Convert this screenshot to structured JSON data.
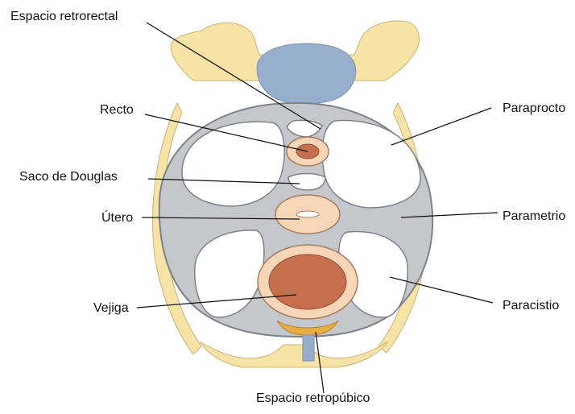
{
  "labels": {
    "retrorectal": "Espacio retrorectal",
    "recto": "Recto",
    "douglas": "Saco de Douglas",
    "utero": "Útero",
    "vejiga": "Vejiga",
    "retropubico": "Espacio retropúbico",
    "paraprocto": "Paraprocto",
    "parametrio": "Parametrio",
    "paracistio": "Paracistio"
  },
  "colors": {
    "bone": "#f7e3a6",
    "bone_outline": "#c9b477",
    "sacrum": "#97aecc",
    "fascia": "#c4c8cc",
    "fascia_stroke": "#7d8288",
    "organ_pale": "#f7d6b8",
    "organ_dark": "#c56f4e",
    "retropubic_fat": "#e7ae44",
    "leader_line": "#111111"
  }
}
